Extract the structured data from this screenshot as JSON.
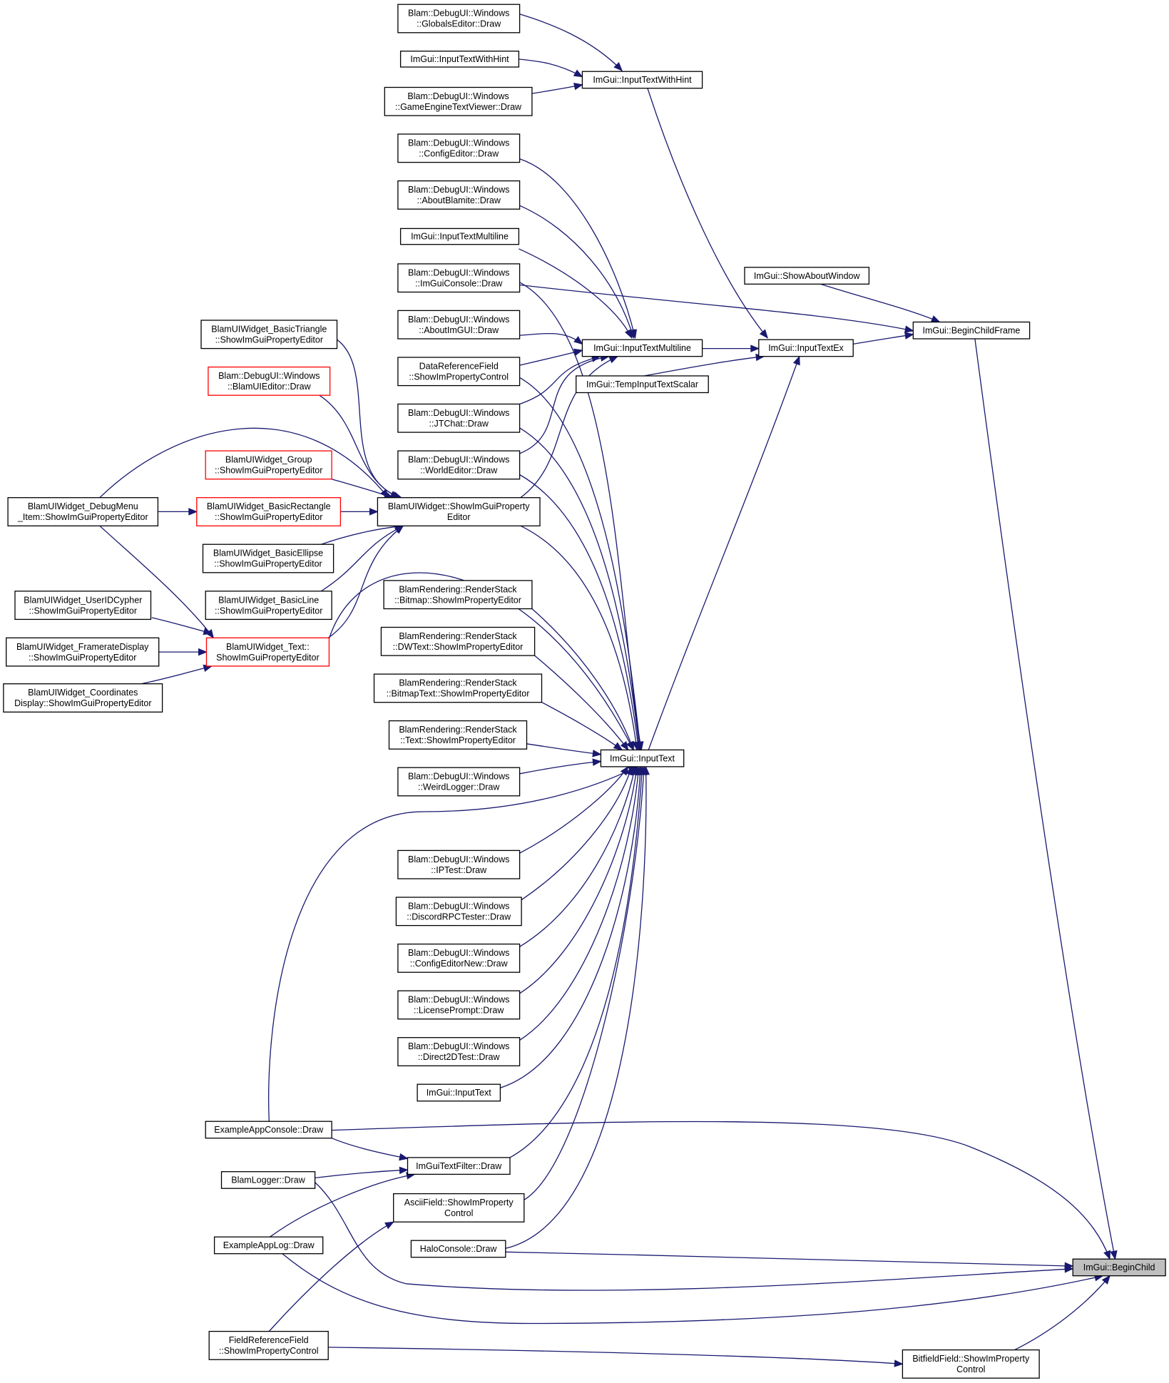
{
  "colors": {
    "edge": "#191970",
    "border_normal": "#000000",
    "border_truncated": "#ff0000",
    "fill_normal": "#ffffff",
    "fill_focus": "#bfbfbf"
  },
  "graph": {
    "focus_node": "n_beginchild",
    "nodes": [
      {
        "id": "n_globalseditor",
        "lines": [
          "Blam::DebugUI::Windows",
          "::GlobalsEditor::Draw"
        ],
        "style": "normal"
      },
      {
        "id": "n_inputtextwithhint_caller",
        "lines": [
          "ImGui::InputTextWithHint"
        ],
        "style": "normal"
      },
      {
        "id": "n_gameenginetextviewer",
        "lines": [
          "Blam::DebugUI::Windows",
          "::GameEngineTextViewer::Draw"
        ],
        "style": "normal"
      },
      {
        "id": "n_inputtextwithhint",
        "lines": [
          "ImGui::InputTextWithHint"
        ],
        "style": "normal"
      },
      {
        "id": "n_configeditor",
        "lines": [
          "Blam::DebugUI::Windows",
          "::ConfigEditor::Draw"
        ],
        "style": "normal"
      },
      {
        "id": "n_aboutblamite",
        "lines": [
          "Blam::DebugUI::Windows",
          "::AboutBlamite::Draw"
        ],
        "style": "normal"
      },
      {
        "id": "n_inputtextmultiline_caller",
        "lines": [
          "ImGui::InputTextMultiline"
        ],
        "style": "normal"
      },
      {
        "id": "n_imguiconsole",
        "lines": [
          "Blam::DebugUI::Windows",
          "::ImGuiConsole::Draw"
        ],
        "style": "normal"
      },
      {
        "id": "n_showaboutwindow",
        "lines": [
          "ImGui::ShowAboutWindow"
        ],
        "style": "normal"
      },
      {
        "id": "n_aboutimgui",
        "lines": [
          "Blam::DebugUI::Windows",
          "::AboutImGUI::Draw"
        ],
        "style": "normal"
      },
      {
        "id": "n_basictriangle",
        "lines": [
          "BlamUIWidget_BasicTriangle",
          "::ShowImGuiPropertyEditor"
        ],
        "style": "normal"
      },
      {
        "id": "n_beginchildframe",
        "lines": [
          "ImGui::BeginChildFrame"
        ],
        "style": "normal"
      },
      {
        "id": "n_inputtextmultiline",
        "lines": [
          "ImGui::InputTextMultiline"
        ],
        "style": "normal"
      },
      {
        "id": "n_inputtextex",
        "lines": [
          "ImGui::InputTextEx"
        ],
        "style": "normal"
      },
      {
        "id": "n_datareferencefield",
        "lines": [
          "DataReferenceField",
          "::ShowImPropertyControl"
        ],
        "style": "normal"
      },
      {
        "id": "n_blamuieditor",
        "lines": [
          "Blam::DebugUI::Windows",
          "::BlamUIEditor::Draw"
        ],
        "style": "truncated"
      },
      {
        "id": "n_tempinputtextscalar",
        "lines": [
          "ImGui::TempInputTextScalar"
        ],
        "style": "normal"
      },
      {
        "id": "n_jtchat",
        "lines": [
          "Blam::DebugUI::Windows",
          "::JTChat::Draw"
        ],
        "style": "normal"
      },
      {
        "id": "n_worldeditor",
        "lines": [
          "Blam::DebugUI::Windows",
          "::WorldEditor::Draw"
        ],
        "style": "normal"
      },
      {
        "id": "n_group",
        "lines": [
          "BlamUIWidget_Group",
          "::ShowImGuiPropertyEditor"
        ],
        "style": "truncated"
      },
      {
        "id": "n_debugmenu",
        "lines": [
          "BlamUIWidget_DebugMenu",
          "_Item::ShowImGuiPropertyEditor"
        ],
        "style": "normal"
      },
      {
        "id": "n_basicrectangle",
        "lines": [
          "BlamUIWidget_BasicRectangle",
          "::ShowImGuiPropertyEditor"
        ],
        "style": "truncated"
      },
      {
        "id": "n_showimguipropertyeditor",
        "lines": [
          "BlamUIWidget::ShowImGuiProperty",
          "Editor"
        ],
        "style": "normal"
      },
      {
        "id": "n_basicellipse",
        "lines": [
          "BlamUIWidget_BasicEllipse",
          "::ShowImGuiPropertyEditor"
        ],
        "style": "normal"
      },
      {
        "id": "n_useridcypher",
        "lines": [
          "BlamUIWidget_UserIDCypher",
          "::ShowImGuiPropertyEditor"
        ],
        "style": "normal"
      },
      {
        "id": "n_bitmap",
        "lines": [
          "BlamRendering::RenderStack",
          "::Bitmap::ShowImPropertyEditor"
        ],
        "style": "normal"
      },
      {
        "id": "n_basicline",
        "lines": [
          "BlamUIWidget_BasicLine",
          "::ShowImGuiPropertyEditor"
        ],
        "style": "normal"
      },
      {
        "id": "n_dwtext",
        "lines": [
          "BlamRendering::RenderStack",
          "::DWText::ShowImPropertyEditor"
        ],
        "style": "normal"
      },
      {
        "id": "n_frameratedisplay",
        "lines": [
          "BlamUIWidget_FramerateDisplay",
          "::ShowImGuiPropertyEditor"
        ],
        "style": "normal"
      },
      {
        "id": "n_text",
        "lines": [
          "BlamUIWidget_Text::",
          "ShowImGuiPropertyEditor"
        ],
        "style": "truncated"
      },
      {
        "id": "n_coordinatesdisplay",
        "lines": [
          "BlamUIWidget_Coordinates",
          "Display::ShowImGuiPropertyEditor"
        ],
        "style": "normal"
      },
      {
        "id": "n_bitmaptext",
        "lines": [
          "BlamRendering::RenderStack",
          "::BitmapText::ShowImPropertyEditor"
        ],
        "style": "normal"
      },
      {
        "id": "n_rstext",
        "lines": [
          "BlamRendering::RenderStack",
          "::Text::ShowImPropertyEditor"
        ],
        "style": "normal"
      },
      {
        "id": "n_inputtext",
        "lines": [
          "ImGui::InputText"
        ],
        "style": "normal"
      },
      {
        "id": "n_weirdlogger",
        "lines": [
          "Blam::DebugUI::Windows",
          "::WeirdLogger::Draw"
        ],
        "style": "normal"
      },
      {
        "id": "n_iptest",
        "lines": [
          "Blam::DebugUI::Windows",
          "::IPTest::Draw"
        ],
        "style": "normal"
      },
      {
        "id": "n_discordrpctester",
        "lines": [
          "Blam::DebugUI::Windows",
          "::DiscordRPCTester::Draw"
        ],
        "style": "normal"
      },
      {
        "id": "n_configeditornew",
        "lines": [
          "Blam::DebugUI::Windows",
          "::ConfigEditorNew::Draw"
        ],
        "style": "normal"
      },
      {
        "id": "n_licenseprompt",
        "lines": [
          "Blam::DebugUI::Windows",
          "::LicensePrompt::Draw"
        ],
        "style": "normal"
      },
      {
        "id": "n_direct2dtest",
        "lines": [
          "Blam::DebugUI::Windows",
          "::Direct2DTest::Draw"
        ],
        "style": "normal"
      },
      {
        "id": "n_inputtext_caller",
        "lines": [
          "ImGui::InputText"
        ],
        "style": "normal"
      },
      {
        "id": "n_exampleappconsole",
        "lines": [
          "ExampleAppConsole::Draw"
        ],
        "style": "normal"
      },
      {
        "id": "n_imguitextfilter",
        "lines": [
          "ImGuiTextFilter::Draw"
        ],
        "style": "normal"
      },
      {
        "id": "n_blamlogger",
        "lines": [
          "BlamLogger::Draw"
        ],
        "style": "normal"
      },
      {
        "id": "n_asciifield",
        "lines": [
          "AsciiField::ShowImProperty",
          "Control"
        ],
        "style": "normal"
      },
      {
        "id": "n_exampleapplog",
        "lines": [
          "ExampleAppLog::Draw"
        ],
        "style": "normal"
      },
      {
        "id": "n_haloconsole",
        "lines": [
          "HaloConsole::Draw"
        ],
        "style": "normal"
      },
      {
        "id": "n_beginchild",
        "lines": [
          "ImGui::BeginChild"
        ],
        "style": "focus"
      },
      {
        "id": "n_fieldreferencefield",
        "lines": [
          "FieldReferenceField",
          "::ShowImPropertyControl"
        ],
        "style": "normal"
      },
      {
        "id": "n_bitfieldfield",
        "lines": [
          "BitfieldField::ShowImProperty",
          "Control"
        ],
        "style": "normal"
      }
    ],
    "edges": [
      {
        "from": "n_globalseditor",
        "to": "n_inputtextwithhint"
      },
      {
        "from": "n_inputtextwithhint_caller",
        "to": "n_inputtextwithhint"
      },
      {
        "from": "n_gameenginetextviewer",
        "to": "n_inputtextwithhint"
      },
      {
        "from": "n_inputtextwithhint",
        "to": "n_inputtextex"
      },
      {
        "from": "n_configeditor",
        "to": "n_inputtextmultiline"
      },
      {
        "from": "n_aboutblamite",
        "to": "n_inputtextmultiline"
      },
      {
        "from": "n_inputtextmultiline_caller",
        "to": "n_inputtextmultiline"
      },
      {
        "from": "n_imguiconsole",
        "to": "n_beginchildframe"
      },
      {
        "from": "n_imguiconsole",
        "to": "n_inputtext"
      },
      {
        "from": "n_aboutimgui",
        "to": "n_inputtextmultiline"
      },
      {
        "from": "n_datareferencefield",
        "to": "n_inputtextmultiline"
      },
      {
        "from": "n_datareferencefield",
        "to": "n_inputtext"
      },
      {
        "from": "n_jtchat",
        "to": "n_inputtextmultiline"
      },
      {
        "from": "n_jtchat",
        "to": "n_inputtext"
      },
      {
        "from": "n_worldeditor",
        "to": "n_inputtextmultiline"
      },
      {
        "from": "n_worldeditor",
        "to": "n_inputtext"
      },
      {
        "from": "n_showimguipropertyeditor",
        "to": "n_inputtextmultiline"
      },
      {
        "from": "n_showimguipropertyeditor",
        "to": "n_inputtext"
      },
      {
        "from": "n_inputtextmultiline",
        "to": "n_inputtextex"
      },
      {
        "from": "n_tempinputtextscalar",
        "to": "n_inputtextex"
      },
      {
        "from": "n_inputtext",
        "to": "n_inputtextex"
      },
      {
        "from": "n_inputtextex",
        "to": "n_beginchildframe"
      },
      {
        "from": "n_showaboutwindow",
        "to": "n_beginchildframe"
      },
      {
        "from": "n_beginchildframe",
        "to": "n_beginchild"
      },
      {
        "from": "n_basictriangle",
        "to": "n_showimguipropertyeditor"
      },
      {
        "from": "n_blamuieditor",
        "to": "n_showimguipropertyeditor"
      },
      {
        "from": "n_group",
        "to": "n_showimguipropertyeditor"
      },
      {
        "from": "n_debugmenu",
        "to": "n_showimguipropertyeditor"
      },
      {
        "from": "n_debugmenu",
        "to": "n_basicrectangle"
      },
      {
        "from": "n_debugmenu",
        "to": "n_text"
      },
      {
        "from": "n_basicrectangle",
        "to": "n_showimguipropertyeditor"
      },
      {
        "from": "n_basicellipse",
        "to": "n_showimguipropertyeditor"
      },
      {
        "from": "n_basicline",
        "to": "n_showimguipropertyeditor"
      },
      {
        "from": "n_text",
        "to": "n_showimguipropertyeditor"
      },
      {
        "from": "n_text",
        "to": "n_inputtext"
      },
      {
        "from": "n_useridcypher",
        "to": "n_text"
      },
      {
        "from": "n_frameratedisplay",
        "to": "n_text"
      },
      {
        "from": "n_coordinatesdisplay",
        "to": "n_text"
      },
      {
        "from": "n_bitmap",
        "to": "n_inputtext"
      },
      {
        "from": "n_dwtext",
        "to": "n_inputtext"
      },
      {
        "from": "n_bitmaptext",
        "to": "n_inputtext"
      },
      {
        "from": "n_rstext",
        "to": "n_inputtext"
      },
      {
        "from": "n_weirdlogger",
        "to": "n_inputtext"
      },
      {
        "from": "n_iptest",
        "to": "n_inputtext"
      },
      {
        "from": "n_discordrpctester",
        "to": "n_inputtext"
      },
      {
        "from": "n_configeditornew",
        "to": "n_inputtext"
      },
      {
        "from": "n_licenseprompt",
        "to": "n_inputtext"
      },
      {
        "from": "n_direct2dtest",
        "to": "n_inputtext"
      },
      {
        "from": "n_inputtext_caller",
        "to": "n_inputtext"
      },
      {
        "from": "n_exampleappconsole",
        "to": "n_inputtext"
      },
      {
        "from": "n_exampleappconsole",
        "to": "n_beginchild"
      },
      {
        "from": "n_exampleappconsole",
        "to": "n_imguitextfilter"
      },
      {
        "from": "n_imguitextfilter",
        "to": "n_inputtext"
      },
      {
        "from": "n_blamlogger",
        "to": "n_imguitextfilter"
      },
      {
        "from": "n_blamlogger",
        "to": "n_beginchild"
      },
      {
        "from": "n_exampleapplog",
        "to": "n_imguitextfilter"
      },
      {
        "from": "n_exampleapplog",
        "to": "n_beginchild"
      },
      {
        "from": "n_asciifield",
        "to": "n_inputtext"
      },
      {
        "from": "n_fieldreferencefield",
        "to": "n_asciifield"
      },
      {
        "from": "n_fieldreferencefield",
        "to": "n_bitfieldfield"
      },
      {
        "from": "n_haloconsole",
        "to": "n_inputtext"
      },
      {
        "from": "n_haloconsole",
        "to": "n_beginchild"
      },
      {
        "from": "n_bitfieldfield",
        "to": "n_beginchild"
      }
    ]
  }
}
